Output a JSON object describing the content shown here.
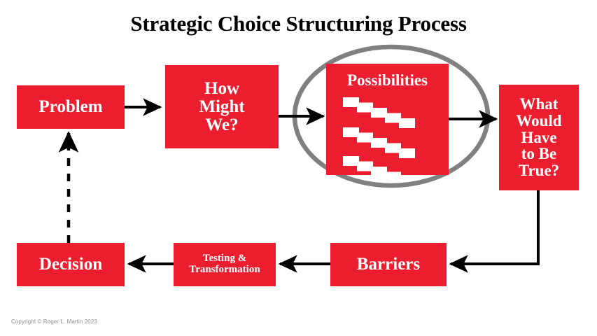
{
  "title": "Strategic Choice Structuring Process",
  "copyright": "Copyright © Roger L. Martin 2023",
  "colors": {
    "red": "#ec1d2e",
    "oval_gray": "#808080",
    "arrow_black": "#000000",
    "text_white": "#ffffff",
    "title_black": "#000000",
    "copyright_gray": "#8c8c8c",
    "background": "#ffffff"
  },
  "nodes": {
    "problem": {
      "label": "Problem"
    },
    "how_might_we": {
      "label": "How\nMight\nWe?"
    },
    "possibilities": {
      "label": "Possibilities"
    },
    "what_would_have_to_be_true": {
      "label": "What\nWould\nHave\nto Be\nTrue?"
    },
    "barriers": {
      "label": "Barriers"
    },
    "testing_transformation": {
      "label": "Testing &\nTransformation"
    },
    "decision": {
      "label": "Decision"
    }
  },
  "possibilities_grid": {
    "rows": 3,
    "cards_per_row": 5,
    "card_color": "#ffffff",
    "description": "cascading rows of small white option cards joined by small arrows"
  },
  "connectors": [
    {
      "name": "problem-to-how-might-we",
      "style": "solid",
      "direction": "right"
    },
    {
      "name": "how-might-we-to-possibilities",
      "style": "solid",
      "direction": "right"
    },
    {
      "name": "possibilities-to-what-would-have-to-be-true",
      "style": "solid",
      "direction": "right"
    },
    {
      "name": "what-would-have-to-be-true-to-barriers",
      "style": "solid",
      "direction": "down-then-left"
    },
    {
      "name": "barriers-to-testing-transformation",
      "style": "solid",
      "direction": "left"
    },
    {
      "name": "testing-transformation-to-decision",
      "style": "solid",
      "direction": "left"
    },
    {
      "name": "decision-to-problem",
      "style": "dashed",
      "direction": "up"
    }
  ],
  "oval": {
    "name": "possibilities-emphasis-oval",
    "stroke": "#808080"
  }
}
